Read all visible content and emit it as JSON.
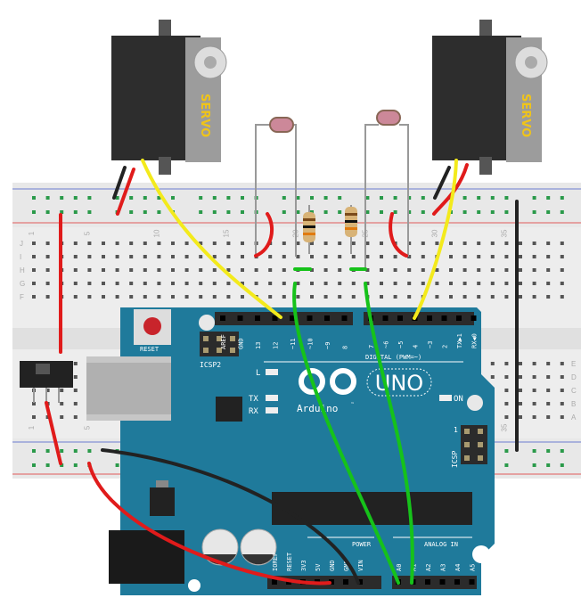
{
  "servos": [
    {
      "label": "SERVO"
    },
    {
      "label": "SERVO"
    }
  ],
  "breadboard": {
    "column_numbers": [
      "1",
      "5",
      "10",
      "15",
      "20",
      "25",
      "30",
      "35"
    ],
    "row_letters_top": [
      "J",
      "I",
      "H",
      "G",
      "F"
    ],
    "row_letters_bottom": [
      "E",
      "D",
      "C",
      "B",
      "A"
    ]
  },
  "arduino": {
    "reset_label": "RESET",
    "icsp2_label": "ICSP2",
    "icsp_label": "ICSP",
    "one_label": "1",
    "led_l": "L",
    "led_tx": "TX",
    "led_rx": "RX",
    "led_on": "ON",
    "brand": "Arduino",
    "brand_tm": "™",
    "model": "UNO",
    "digital_label": "DIGITAL (PWM=~)",
    "digital_pins_left": [
      "AREF",
      "GND",
      "13",
      "12",
      "~11",
      "~10",
      "~9",
      "8"
    ],
    "digital_pins_right": [
      "7",
      "~6",
      "~5",
      "4",
      "~3",
      "2",
      "TX▶1",
      "RX◀0"
    ],
    "power_label": "POWER",
    "power_pins": [
      "IOREF",
      "RESET",
      "3V3",
      "5V",
      "GND",
      "GND",
      "VIN"
    ],
    "analog_label": "ANALOG IN",
    "analog_pins": [
      "A0",
      "A1",
      "A2",
      "A3",
      "A4",
      "A5"
    ]
  },
  "colors": {
    "board": "#1f7a9b",
    "wire_red": "#e01b1b",
    "wire_black": "#222222",
    "wire_yellow": "#f3ea1c",
    "wire_green": "#16c21a"
  }
}
